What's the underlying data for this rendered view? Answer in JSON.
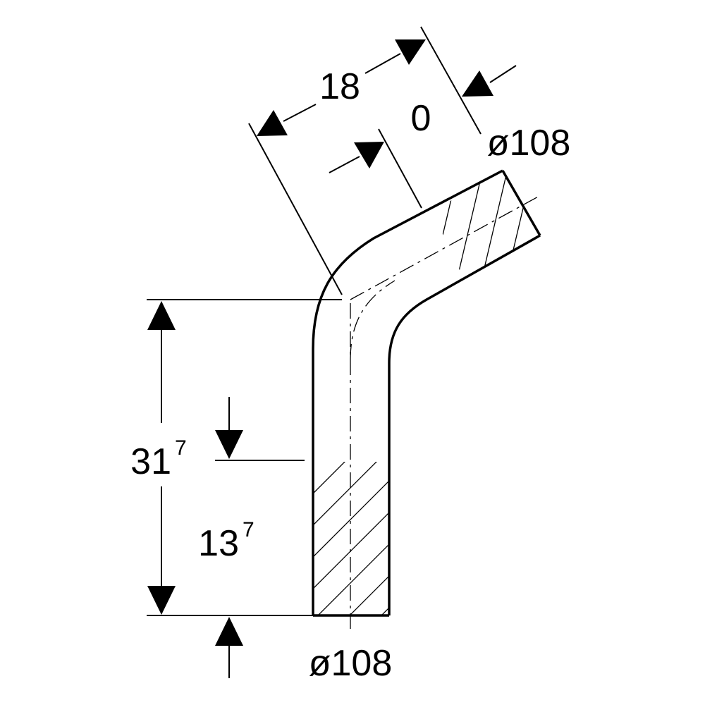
{
  "dimensions": {
    "length_outlet": "18",
    "offset": "0",
    "diameter_top": "ø108",
    "total_height_main": "31",
    "total_height_sup": "7",
    "insertion_depth_main": "13",
    "insertion_depth_sup": "7",
    "diameter_bottom": "ø108"
  },
  "colors": {
    "stroke": "#000000",
    "background": "#ffffff"
  }
}
